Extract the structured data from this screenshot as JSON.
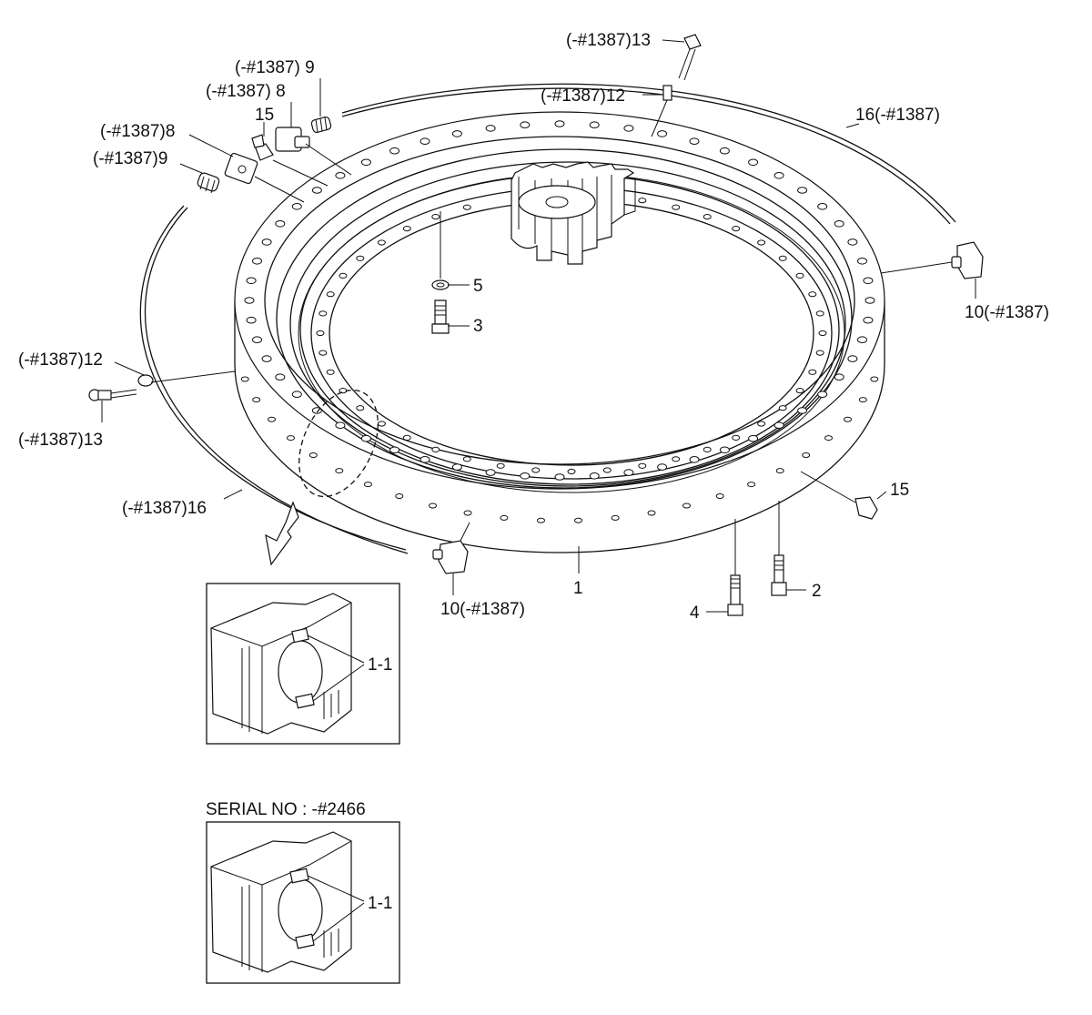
{
  "callouts": {
    "top_13": "(-#1387)13",
    "top_12": "(-#1387)12",
    "hose_right": "16(-#1387)",
    "fit_9_top": "(-#1387) 9",
    "fit_8_top": "(-#1387) 8",
    "fit_15_top": "15",
    "fit_8_left": "(-#1387)8",
    "fit_9_left": "(-#1387)9",
    "washer_5": "5",
    "bolt_3": "3",
    "elbow_10_right": "10(-#1387)",
    "left_12": "(-#1387)12",
    "left_13": "(-#1387)13",
    "hose_left": "(-#1387)16",
    "nipple_15_right": "15",
    "ring_1": "1",
    "bolt_2": "2",
    "bolt_4": "4",
    "elbow_10_bottom": "10(-#1387)",
    "detail_1_1_a": "1-1",
    "detail_1_1_b": "1-1"
  },
  "serial_caption": "SERIAL NO : -#2466"
}
